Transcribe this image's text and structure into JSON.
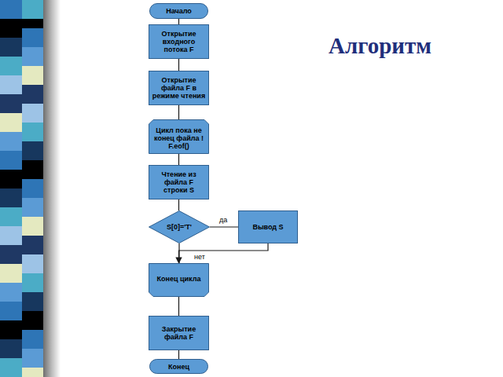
{
  "diagram": {
    "title": "Алгоритм",
    "nodes": [
      {
        "text": [
          "Начало"
        ]
      },
      {
        "text": [
          "Открытие входного потока F"
        ]
      },
      {
        "text": [
          "Открытие файла F в режиме чтения"
        ]
      },
      {
        "text": [
          "Цикл пока не конец файла ! F.eof()"
        ]
      },
      {
        "text": [
          "Чтение из файла F строки S"
        ]
      },
      {
        "text": [
          "S[0]='T'"
        ]
      },
      {
        "text": [
          "Вывод S"
        ]
      },
      {
        "text": [
          "Конец цикла"
        ]
      },
      {
        "text": [
          "Закрытие файла F"
        ]
      },
      {
        "text": [
          "Конец"
        ]
      }
    ],
    "edges": [
      {
        "from": 0,
        "to": 1,
        "arrow": "none"
      },
      {
        "from": 1,
        "to": 2,
        "arrow": "none"
      },
      {
        "from": 2,
        "to": 3,
        "arrow": "none"
      },
      {
        "from": 3,
        "to": 4,
        "arrow": "none"
      },
      {
        "from": 4,
        "to": 5,
        "arrow": "none"
      },
      {
        "from": 5,
        "to": 6,
        "label": "да",
        "arrow": "none"
      },
      {
        "from": 5,
        "to": 7,
        "label": "нет",
        "arrow": "none"
      },
      {
        "from": 6,
        "to": 7,
        "arrow": "to"
      },
      {
        "from": 7,
        "to": 8,
        "arrow": "none"
      },
      {
        "from": 8,
        "to": 9,
        "arrow": "none"
      }
    ]
  }
}
